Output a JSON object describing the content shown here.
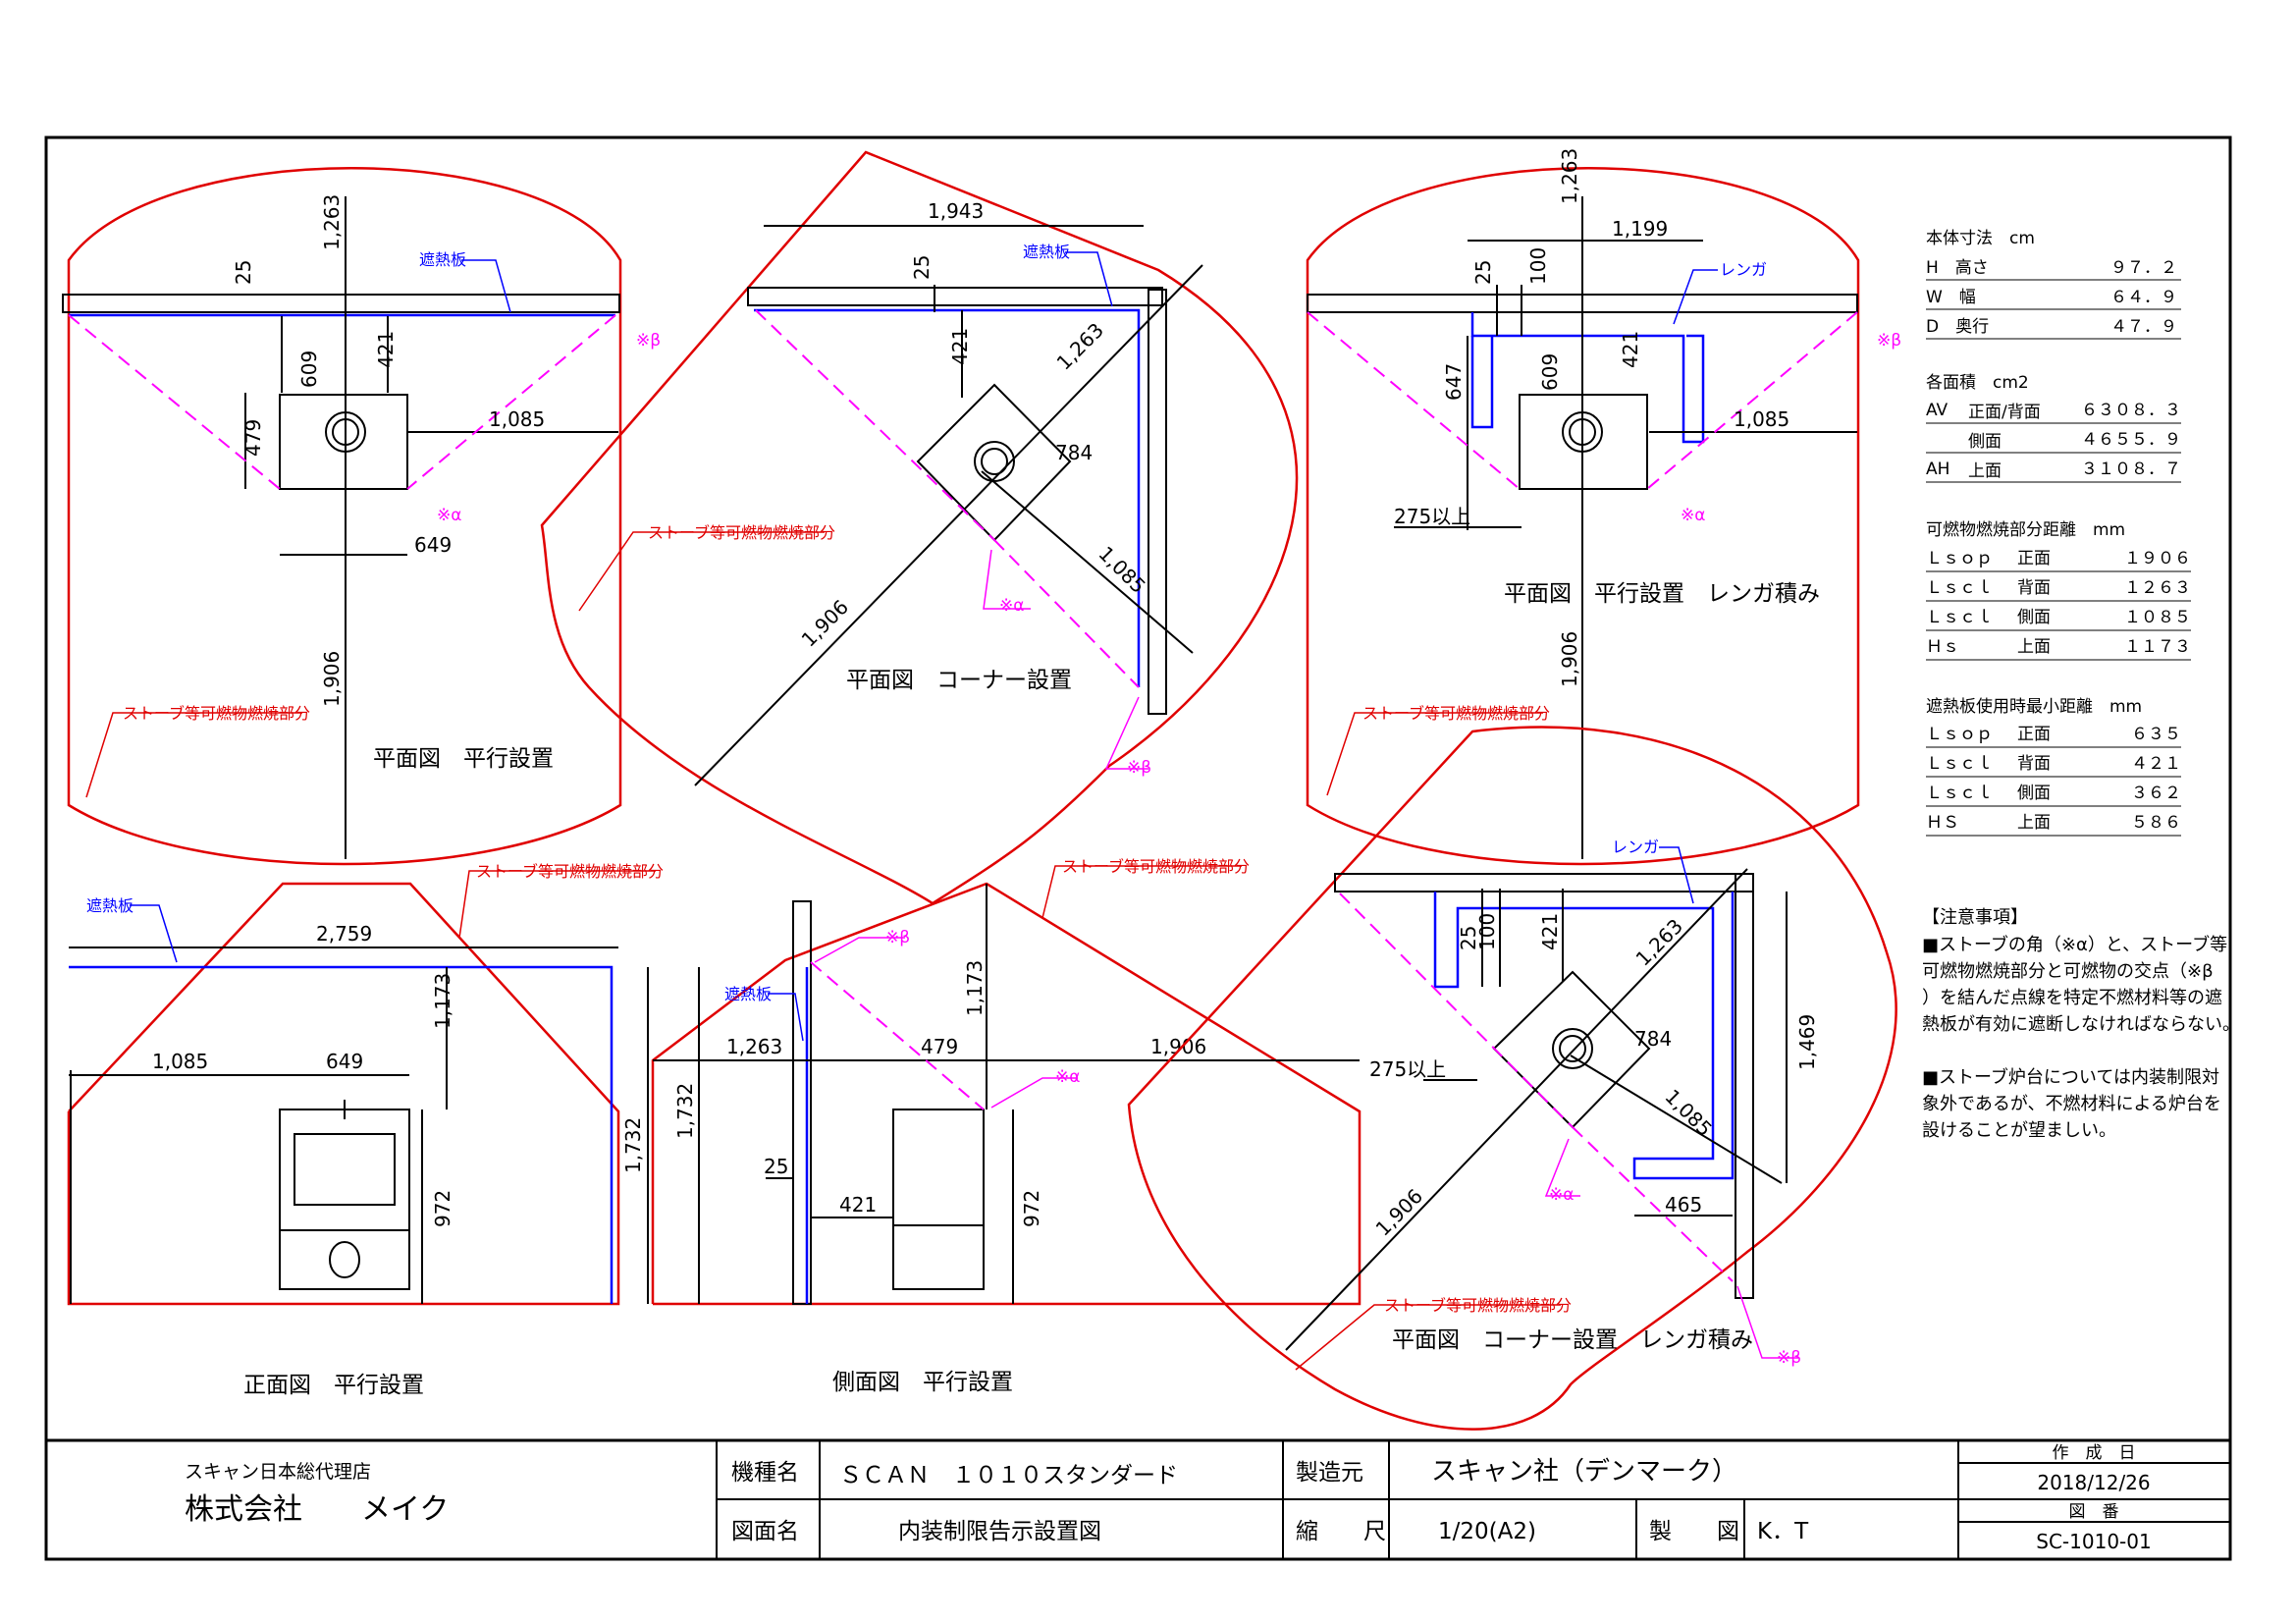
{
  "labels": {
    "heat_shield": "遮熱板",
    "brick": "レンガ",
    "burn_zone": "ストーブ等可燃物燃焼部分",
    "alpha": "※α",
    "beta": "※β",
    "over_275": "275以上"
  },
  "captions": {
    "plan_parallel": "平面図　平行設置",
    "plan_corner": "平面図　コーナー設置",
    "plan_parallel_brick": "平面図　平行設置　レンガ積み",
    "plan_corner_brick": "平面図　コーナー設置　レンガ積み",
    "front_parallel": "正面図　平行設置",
    "side_parallel": "側面図　平行設置"
  },
  "dims": {
    "d1263": "1,263",
    "d25": "25",
    "d609": "609",
    "d421": "421",
    "d479": "479",
    "d1085": "1,085",
    "d649": "649",
    "d1906": "1,906",
    "d1943": "1,943",
    "d784": "784",
    "d1199": "1,199",
    "d100": "100",
    "d647": "647",
    "d1469": "1,469",
    "d465": "465",
    "d2759": "2,759",
    "d1173": "1,173",
    "d1732": "1,732",
    "d972": "972"
  },
  "specs": {
    "body_title": "本体寸法　cm",
    "body": [
      {
        "k": "H　高さ",
        "v": "９７．２"
      },
      {
        "k": "W　幅",
        "v": "６４．９"
      },
      {
        "k": "D　奥行",
        "v": "４７．９"
      }
    ],
    "area_title": "各面積　cm2",
    "area": [
      {
        "k": "AV",
        "s": "正面/背面",
        "v": "６３０８．３"
      },
      {
        "k": "",
        "s": "側面",
        "v": "４６５５．９"
      },
      {
        "k": "AH",
        "s": "上面",
        "v": "３１０８．７"
      }
    ],
    "dist_title": "可燃物燃焼部分距離　mm",
    "dist": [
      {
        "k": "Ｌｓｏｐ",
        "s": "正面",
        "v": "１９０６"
      },
      {
        "k": "Ｌｓｃｌ",
        "s": "背面",
        "v": "１２６３"
      },
      {
        "k": "Ｌｓｃｌ",
        "s": "側面",
        "v": "１０８５"
      },
      {
        "k": "Ｈｓ",
        "s": "上面",
        "v": "１１７３"
      }
    ],
    "shield_title": "遮熱板使用時最小距離　mm",
    "shield": [
      {
        "k": "Ｌｓｏｐ",
        "s": "正面",
        "v": "６３５"
      },
      {
        "k": "Ｌｓｃｌ",
        "s": "背面",
        "v": "４２１"
      },
      {
        "k": "Ｌｓｃｌ",
        "s": "側面",
        "v": "３６２"
      },
      {
        "k": "ＨＳ",
        "s": "上面",
        "v": "５８６"
      }
    ]
  },
  "notes": {
    "title": "【注意事項】",
    "lines": [
      "■ストーブの角（※α）と、ストーブ等",
      "可燃物燃焼部分と可燃物の交点（※β",
      "）を結んだ点線を特定不燃材料等の遮",
      "熱板が有効に遮断しなければならない。",
      "",
      "■ストーブ炉台については内装制限対",
      "象外であるが、不燃材料による炉台を",
      "設けることが望ましい。"
    ]
  },
  "title_block": {
    "agent": "スキャン日本総代理店",
    "company": "株式会社　　メイク",
    "model_label": "機種名",
    "model": "ＳＣＡＮ　１０１０スタンダード",
    "maker_label": "製造元",
    "maker": "スキャン社（デンマーク）",
    "date_label": "作　成　日",
    "date": "2018/12/26",
    "drawing_label": "図面名",
    "drawing": "内装制限告示設置図",
    "scale_label": "縮　　尺",
    "scale": "1/20(A2)",
    "drafter_label": "製　　図",
    "drafter": "K．T",
    "number_label": "図　番",
    "number": "SC-1010-01"
  },
  "colors": {
    "red": "#e00000",
    "blue": "#0000ff",
    "magenta": "#ff00ff",
    "black": "#000000"
  }
}
